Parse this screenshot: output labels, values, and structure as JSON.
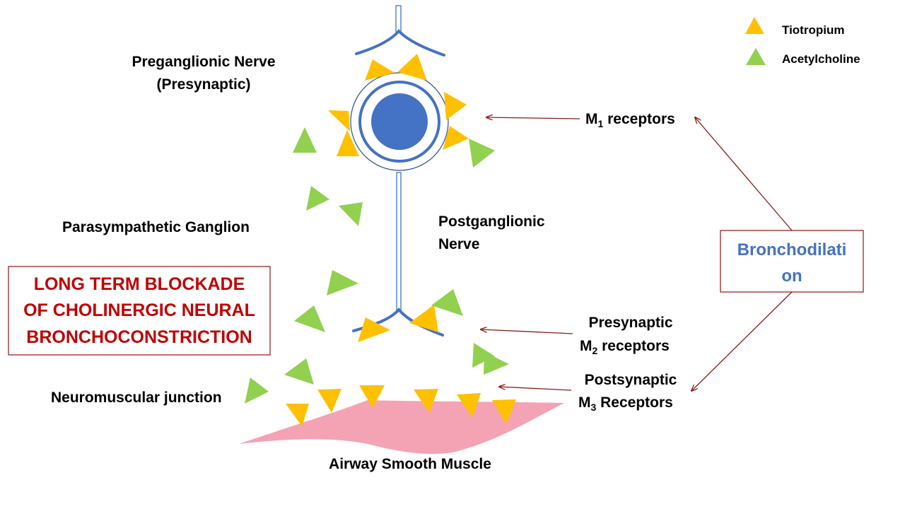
{
  "legend": {
    "tiotropium": "Tiotropium",
    "acetylcholine": "Acetylcholine"
  },
  "labels": {
    "preganglionic_line1": "Preganglionic Nerve",
    "preganglionic_line2": "(Presynaptic)",
    "parasympathetic_ganglion": "Parasympathetic Ganglion",
    "postganglionic_line1": "Postganglionic",
    "postganglionic_line2": "Nerve",
    "m1_prefix": "M",
    "m1_sub": "1",
    "m1_suffix": " receptors",
    "presynaptic": "Presynaptic",
    "m2_prefix": "M",
    "m2_sub": "2",
    "m2_suffix": " receptors",
    "postsynaptic": "Postsynaptic",
    "m3_prefix": "M",
    "m3_sub": "3",
    "m3_suffix": " Receptors",
    "neuromuscular_junction": "Neuromuscular junction",
    "airway_smooth_muscle": "Airway Smooth Muscle"
  },
  "bronchodilation": {
    "line1": "Bronchodilati",
    "line2": "on"
  },
  "blockade": {
    "line1": "LONG TERM BLOCKADE",
    "line2": "OF CHOLINERGIC NEURAL",
    "line3": "BRONCHOCONSTRICTION"
  },
  "colors": {
    "tiotropium": "#ffc000",
    "acetylcholine": "#92d050",
    "nerve": "#4472c4",
    "muscle": "#f4a3b4",
    "arrow": "#8b1a1a",
    "blockade_text": "#c00000",
    "bronchodilation_text": "#4472c4"
  }
}
